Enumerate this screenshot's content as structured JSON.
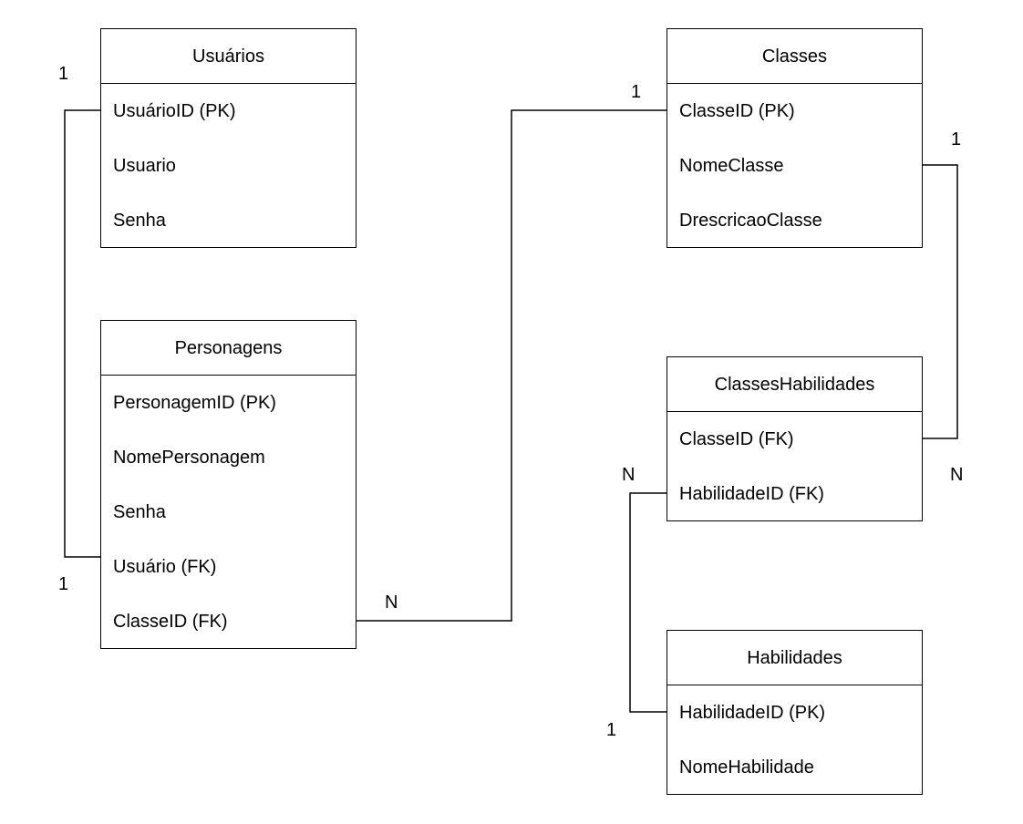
{
  "entities": {
    "usuarios": {
      "title": "Usuários",
      "fields": [
        "UsuárioID (PK)",
        "Usuario",
        "Senha"
      ]
    },
    "personagens": {
      "title": "Personagens",
      "fields": [
        "PersonagemID (PK)",
        "NomePersonagem",
        "Senha",
        "Usuário (FK)",
        "ClasseID (FK)"
      ]
    },
    "classes": {
      "title": "Classes",
      "fields": [
        "ClasseID (PK)",
        "NomeClasse",
        "DrescricaoClasse"
      ]
    },
    "classes_habilidades": {
      "title": "ClassesHabilidades",
      "fields": [
        "ClasseID (FK)",
        "HabilidadeID (FK)"
      ]
    },
    "habilidades": {
      "title": "Habilidades",
      "fields": [
        "HabilidadeID (PK)",
        "NomeHabilidade"
      ]
    }
  },
  "cardinalities": {
    "usuarios_pk": "1",
    "personagens_usuario_fk": "1",
    "personagens_classe_fk": "N",
    "classes_pk": "1",
    "classes_nome": "1",
    "classes_habilidades_classe": "N",
    "classes_habilidades_habilidade": "N",
    "habilidades_pk": "1"
  }
}
